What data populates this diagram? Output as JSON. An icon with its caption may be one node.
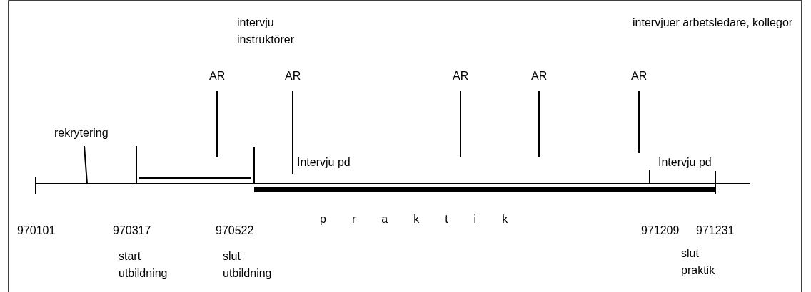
{
  "diagram": {
    "labels": [
      "intervju instruktörer",
      "intervjuer arbetsledare, kollegor",
      "AR",
      "AR",
      "AR",
      "AR",
      "AR",
      "rekrytering",
      "Intervju pd",
      "Intervju pd",
      "970101",
      "970317",
      "970522",
      "praktik",
      "971209",
      "971231",
      "start utbildning",
      "slut utbildning",
      "slut praktik"
    ]
  }
}
